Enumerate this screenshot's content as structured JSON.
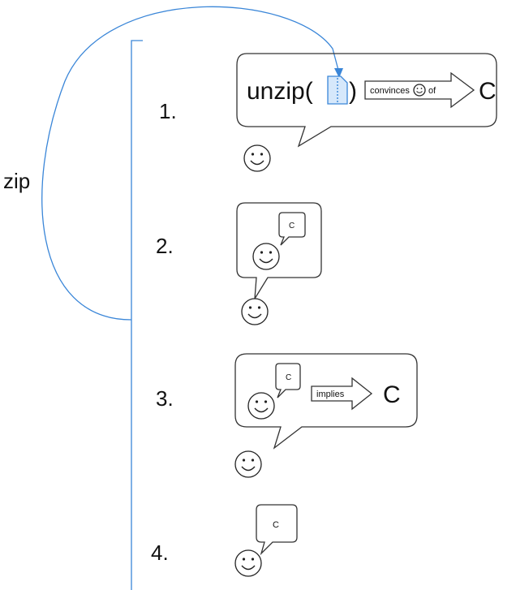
{
  "side_label": "zip",
  "steps": [
    {
      "number": "1.",
      "func": "unzip(",
      "close_paren": ")",
      "arrow_label_pre": "convinces",
      "arrow_label_post": "of",
      "result": "C"
    },
    {
      "number": "2.",
      "bubble_text": "C"
    },
    {
      "number": "3.",
      "bubble_text": "C",
      "arrow_label": "implies",
      "result": "C"
    },
    {
      "number": "4.",
      "bubble_text": "C"
    }
  ],
  "colors": {
    "accent": "#3a86d8",
    "stroke": "#333333"
  },
  "icons": [
    "smiley-icon",
    "zip-file-icon",
    "speech-bubble-icon",
    "arrow-shape-icon"
  ]
}
